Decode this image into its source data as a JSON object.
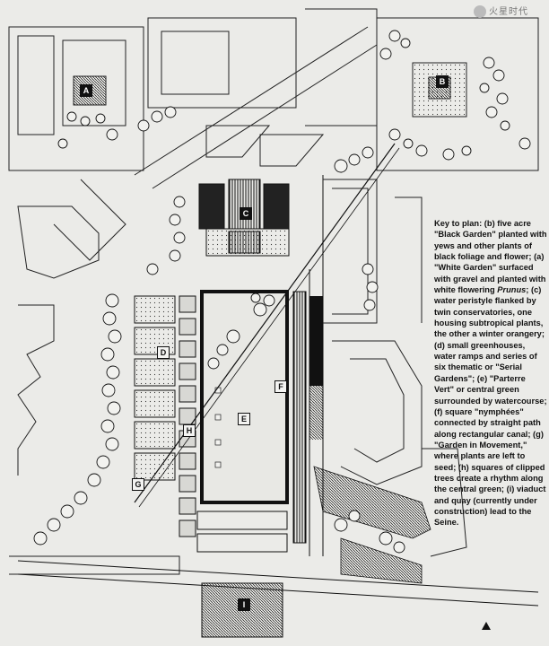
{
  "watermark": {
    "text": "火星时代"
  },
  "plan": {
    "labels": [
      {
        "id": "a",
        "text": "A"
      },
      {
        "id": "b",
        "text": "B"
      },
      {
        "id": "c",
        "text": "C"
      },
      {
        "id": "d",
        "text": "D"
      },
      {
        "id": "e",
        "text": "E"
      },
      {
        "id": "f",
        "text": "F"
      },
      {
        "id": "g",
        "text": "G"
      },
      {
        "id": "h",
        "text": "H"
      },
      {
        "id": "i",
        "text": "I"
      }
    ]
  },
  "caption": {
    "lead": "Key to plan:",
    "p1": "(b) five acre \"Black Garden\" planted with yews and other plants of black foliage and flower; (a) \"White Garden\" surfaced with gravel and planted with white flowering",
    "prunus": "Prunus",
    "p2": "; (c) water peristyle flanked by twin conservatories, one housing subtropical plants, the other a winter orangery; (d) small greenhouses, water ramps and series of six thematic or \"Serial Gardens\"; (e) \"Parterre Vert\" or central green surrounded by watercourse; (f) square \"nymphées\" connected by straight path along rectangular canal; (g) \"Garden in Movement,\" where plants are left to seed; (h) squares of clipped trees create a rhythm along the central green; (i) viaduct and quay (currently under construction) lead to the Seine."
  }
}
